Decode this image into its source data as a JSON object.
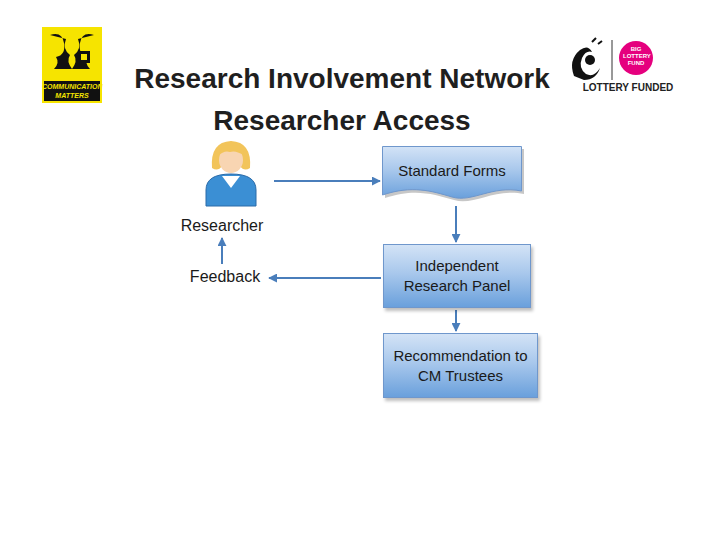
{
  "diagram": {
    "title": "Research Involvement Network Researcher Access",
    "nodes": [
      {
        "text": [
          "Researcher"
        ]
      },
      {
        "text": [
          "Standard Forms"
        ]
      },
      {
        "text": [
          "Independent Research Panel"
        ]
      },
      {
        "text": [
          "Recommendation to CM Trustees"
        ]
      },
      {
        "text": [
          "Feedback"
        ]
      }
    ],
    "edges": [
      {
        "from": 0,
        "to": 1,
        "arrow": "to"
      },
      {
        "from": 1,
        "to": 2,
        "arrow": "to"
      },
      {
        "from": 2,
        "to": 3,
        "arrow": "to"
      },
      {
        "from": 2,
        "to": 4,
        "arrow": "to"
      },
      {
        "from": 4,
        "to": 0,
        "arrow": "to"
      }
    ],
    "labels": [
      "COMMUNICATION MATTERS",
      "BIG LOTTERY FUND",
      "LOTTERY FUNDED"
    ]
  }
}
